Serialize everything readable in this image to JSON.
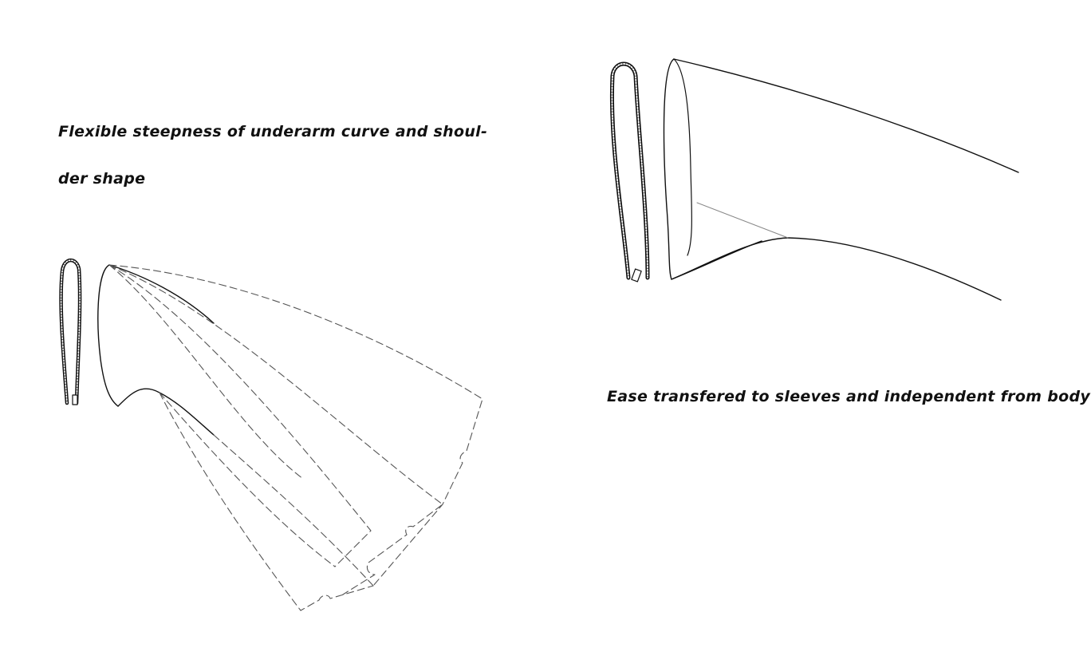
{
  "captions": {
    "left_line_1": "Flexible steepness of underarm curve and shoul-",
    "left_line_2": "der shape",
    "right": "Ease transfered to sleeves and independent from body"
  },
  "colors": {
    "line": "#111111",
    "dashed": "#555555",
    "guide": "#888888",
    "background": "#ffffff"
  }
}
